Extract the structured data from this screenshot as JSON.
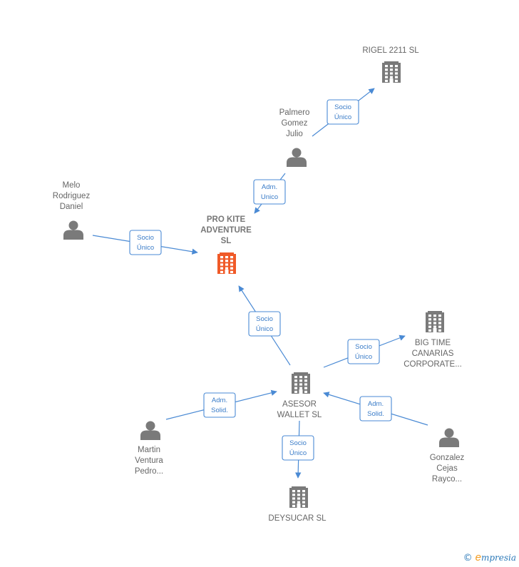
{
  "colors": {
    "focus": "#f05a28",
    "company": "#7a7a7a",
    "person": "#7a7a7a",
    "edge": "#4a8ad4"
  },
  "nodes": [
    {
      "id": "pro-kite",
      "kind": "company",
      "focus": true,
      "lines": [
        "PRO KITE",
        "ADVENTURE",
        "SL"
      ]
    },
    {
      "id": "rigel",
      "kind": "company",
      "lines": [
        "RIGEL 2211 SL"
      ]
    },
    {
      "id": "palmero",
      "kind": "person",
      "lines": [
        "Palmero",
        "Gomez",
        "Julio"
      ]
    },
    {
      "id": "melo",
      "kind": "person",
      "lines": [
        "Melo",
        "Rodriguez",
        "Daniel"
      ]
    },
    {
      "id": "asesor",
      "kind": "company",
      "lines": [
        "ASESOR",
        "WALLET  SL"
      ]
    },
    {
      "id": "bigtime",
      "kind": "company",
      "lines": [
        "BIG TIME",
        "CANARIAS",
        "CORPORATE..."
      ]
    },
    {
      "id": "martin",
      "kind": "person",
      "lines": [
        "Martin",
        "Ventura",
        "Pedro..."
      ]
    },
    {
      "id": "gonzalez",
      "kind": "person",
      "lines": [
        "Gonzalez",
        "Cejas",
        "Rayco..."
      ]
    },
    {
      "id": "deysucar",
      "kind": "company",
      "lines": [
        "DEYSUCAR  SL"
      ]
    }
  ],
  "edges": [
    {
      "id": "palmero-rigel",
      "lines": [
        "Socio",
        "Único"
      ]
    },
    {
      "id": "palmero-prokite",
      "lines": [
        "Adm.",
        "Unico"
      ]
    },
    {
      "id": "melo-prokite",
      "lines": [
        "Socio",
        "Único"
      ]
    },
    {
      "id": "asesor-prokite",
      "lines": [
        "Socio",
        "Único"
      ]
    },
    {
      "id": "asesor-bigtime",
      "lines": [
        "Socio",
        "Único"
      ]
    },
    {
      "id": "martin-asesor",
      "lines": [
        "Adm.",
        "Solid."
      ]
    },
    {
      "id": "gonzalez-asesor",
      "lines": [
        "Adm.",
        "Solid."
      ]
    },
    {
      "id": "asesor-deysucar",
      "lines": [
        "Socio",
        "Único"
      ]
    }
  ],
  "footer": {
    "copyright": "©",
    "brand_initial": "e",
    "brand_rest": "mpresia"
  }
}
